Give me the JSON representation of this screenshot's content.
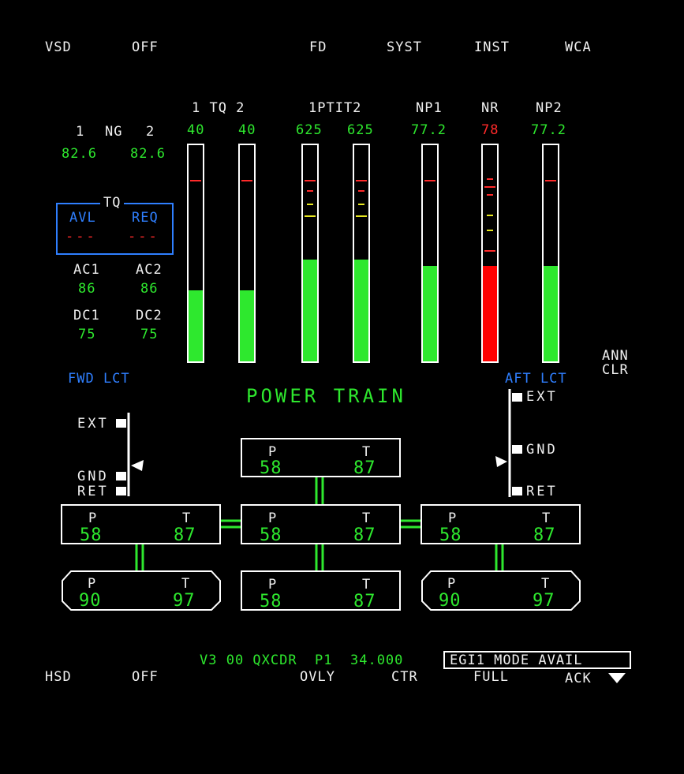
{
  "top_buttons": {
    "vsd": "VSD",
    "off": "OFF",
    "fd": "FD",
    "syst": "SYST",
    "inst": "INST",
    "wca": "WCA"
  },
  "bottom_buttons": {
    "hsd": "HSD",
    "off": "OFF",
    "ovly": "OVLY",
    "ctr": "CTR",
    "full": "FULL",
    "ack": "ACK"
  },
  "ann_clr": {
    "line1": "ANN",
    "line2": "CLR"
  },
  "ng": {
    "header_1": "1",
    "header_label": "NG",
    "header_2": "2",
    "value_1": "82.6",
    "value_2": "82.6"
  },
  "tq_box": {
    "title": "TQ",
    "avl": "AVL",
    "req": "REQ",
    "avl_value": "---",
    "req_value": "---"
  },
  "ac": {
    "ac1_label": "AC1",
    "ac2_label": "AC2",
    "ac1_value": "86",
    "ac2_value": "86"
  },
  "dc": {
    "dc1_label": "DC1",
    "dc2_label": "DC2",
    "dc1_value": "75",
    "dc2_value": "75"
  },
  "gauges": {
    "tq_header": "1 TQ 2",
    "ptit_header": "1PTIT2",
    "np1_header": "NP1",
    "nr_header": "NR",
    "np2_header": "NP2",
    "tq1_value": "40",
    "tq2_value": "40",
    "ptit1_value": "625",
    "ptit2_value": "625",
    "np1_value": "77.2",
    "nr_value": "78",
    "np2_value": "77.2",
    "levels": {
      "tq1": 0.33,
      "tq2": 0.33,
      "ptit1": 0.47,
      "ptit2": 0.47,
      "np1": 0.44,
      "nr": 0.44,
      "np2": 0.44
    },
    "colors": {
      "normal": "#2ee82e",
      "warning": "#ff0000",
      "caution": "#e8e820"
    }
  },
  "lct": {
    "fwd": "FWD LCT",
    "aft": "AFT LCT",
    "ext": "EXT",
    "gnd": "GND",
    "ret": "RET"
  },
  "power_train": {
    "title": "POWER TRAIN",
    "p_label": "P",
    "t_label": "T",
    "top_center": {
      "p": "58",
      "t": "87"
    },
    "mid_left": {
      "p": "58",
      "t": "87"
    },
    "mid_center": {
      "p": "58",
      "t": "87"
    },
    "mid_right": {
      "p": "58",
      "t": "87"
    },
    "bot_left": {
      "p": "90",
      "t": "97"
    },
    "bot_center": {
      "p": "58",
      "t": "87"
    },
    "bot_right": {
      "p": "90",
      "t": "97"
    }
  },
  "status_line": "V3 00 QXCDR  P1  34.000",
  "egi_message": "EGI1 MODE AVAIL"
}
